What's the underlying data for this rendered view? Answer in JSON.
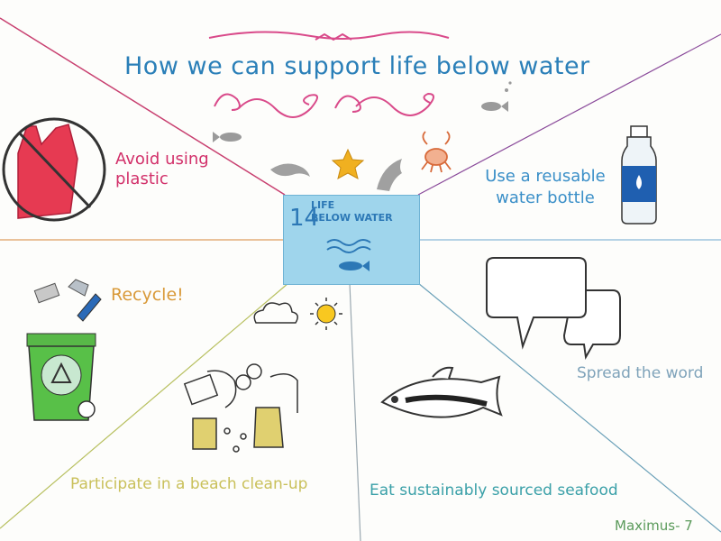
{
  "title": "How we can support life below water",
  "center": {
    "number": "14",
    "line1": "LIFE",
    "line2": "BELOW WATER"
  },
  "tips": {
    "avoid": "Avoid using plastic",
    "reuse": "Use a reusable water bottle",
    "recycle": "Recycle!",
    "spread": "Spread the word",
    "beach": "Participate in a beach clean-up",
    "seafood": "Eat sustainably sourced seafood"
  },
  "signature": "Maximus- 7",
  "colors": {
    "title": "#2a7fb8",
    "avoid": "#d2306a",
    "reuse": "#3a8fc8",
    "recycle": "#d99a3a",
    "spread": "#7fa3ba",
    "beach": "#c9c05a",
    "seafood": "#3aa0a8",
    "signature": "#5a9a5a",
    "ornament": "#d94a8a"
  },
  "icons": [
    "no-plastic-bag-icon",
    "water-bottle-icon",
    "recycling-bin-icon",
    "speech-bubbles-icon",
    "fish-icon",
    "beach-cleanup-icon",
    "cloud-icon",
    "sun-icon",
    "starfish-icon",
    "crab-icon",
    "dolphin-icon"
  ]
}
